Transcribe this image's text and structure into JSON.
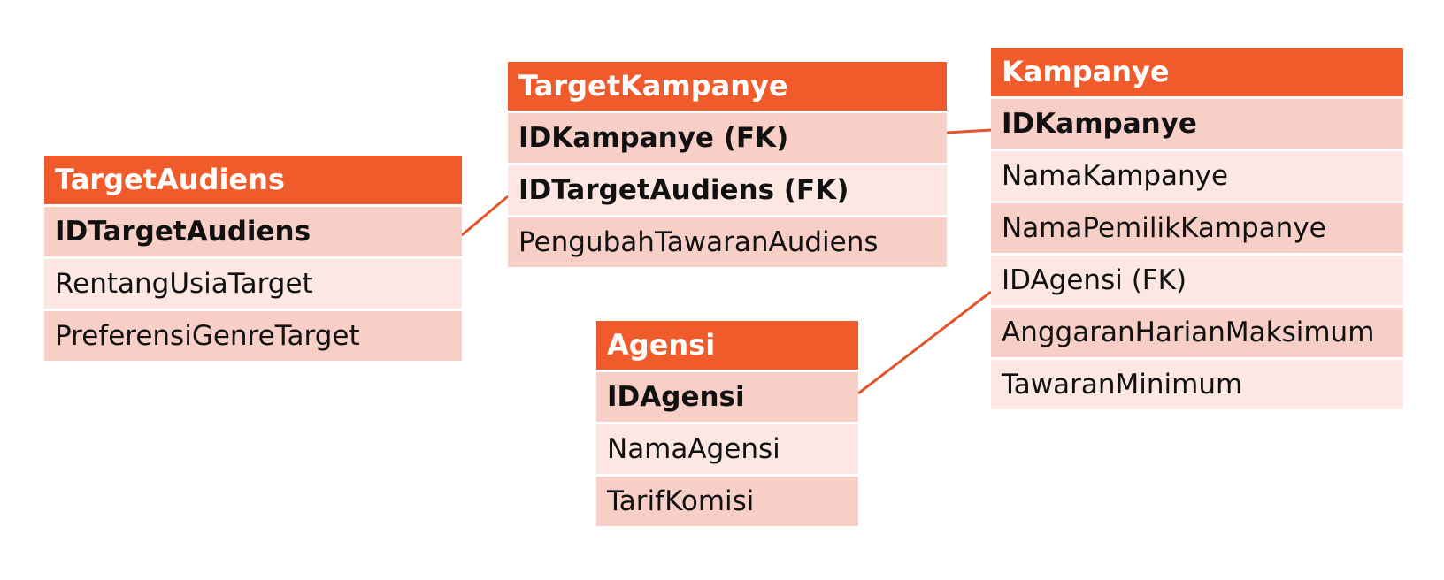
{
  "colors": {
    "header": "#ef5b2b",
    "row_odd": "#f8cfc7",
    "row_even": "#fce7e3",
    "connector": "#e2542a"
  },
  "entities": {
    "target_audiens": {
      "title": "TargetAudiens",
      "fields": [
        {
          "label": "IDTargetAudiens",
          "key": true
        },
        {
          "label": "RentangUsiaTarget",
          "key": false
        },
        {
          "label": "PreferensiGenreTarget",
          "key": false
        }
      ]
    },
    "target_kampanye": {
      "title": "TargetKampanye",
      "fields": [
        {
          "label": "IDKampanye (FK)",
          "key": true
        },
        {
          "label": "IDTargetAudiens (FK)",
          "key": true
        },
        {
          "label": "PengubahTawaranAudiens",
          "key": false
        }
      ]
    },
    "agensi": {
      "title": "Agensi",
      "fields": [
        {
          "label": "IDAgensi",
          "key": true
        },
        {
          "label": "NamaAgensi",
          "key": false
        },
        {
          "label": "TarifKomisi",
          "key": false
        }
      ]
    },
    "kampanye": {
      "title": "Kampanye",
      "fields": [
        {
          "label": "IDKampanye",
          "key": true
        },
        {
          "label": "NamaKampanye",
          "key": false
        },
        {
          "label": "NamaPemilikKampanye",
          "key": false
        },
        {
          "label": "IDAgensi (FK)",
          "key": false
        },
        {
          "label": "AnggaranHarianMaksimum",
          "key": false
        },
        {
          "label": "TawaranMinimum",
          "key": false
        }
      ]
    }
  }
}
